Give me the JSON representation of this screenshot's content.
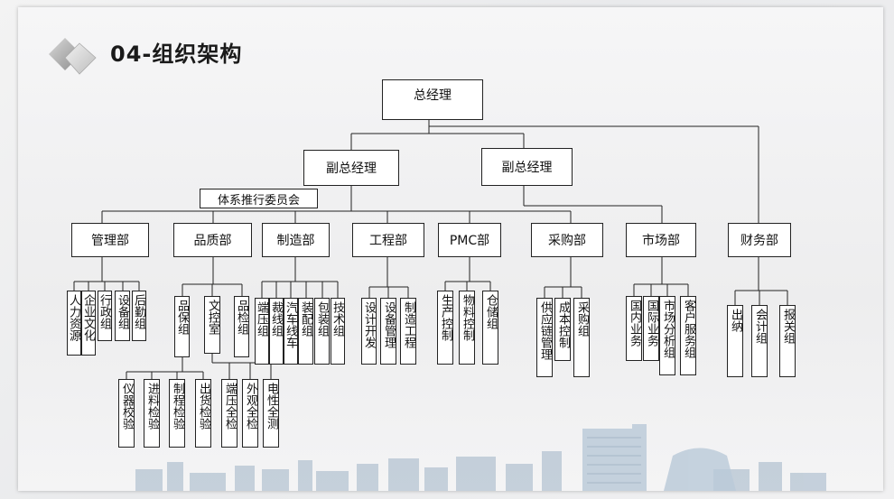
{
  "title": "04-组织架构",
  "org": {
    "ceo": "总经理",
    "vp_left": "副总经理",
    "vp_right": "副总经理",
    "committee": "体系推行委员会",
    "departments": {
      "admin": {
        "name": "管理部",
        "groups": [
          "人力资源",
          "企业文化",
          "行政组",
          "设备组",
          "后勤组"
        ]
      },
      "quality": {
        "name": "品质部",
        "groups": [
          "品保组",
          "文控室",
          "品检组"
        ],
        "subgroups": [
          "仪器校验",
          "进料检验",
          "制程检验",
          "出货检验",
          "端压全检",
          "外观全检",
          "电性全测"
        ]
      },
      "manufacturing": {
        "name": "制造部",
        "groups": [
          "端压组",
          "裁线组",
          "汽车线车",
          "装配组",
          "包装组",
          "技术组"
        ]
      },
      "engineering": {
        "name": "工程部",
        "groups": [
          "设计开发",
          "设备管理",
          "制造工程"
        ]
      },
      "pmc": {
        "name": "PMC部",
        "groups": [
          "生产控制",
          "物料控制",
          "仓储组"
        ]
      },
      "purchasing": {
        "name": "采购部",
        "groups": [
          "供应链管理",
          "成本控制",
          "采购组"
        ]
      },
      "marketing": {
        "name": "市场部",
        "groups": [
          "国内业务",
          "国际业务",
          "市场分析组",
          "客户服务组"
        ]
      },
      "finance": {
        "name": "财务部",
        "groups": [
          "出纳",
          "会计组",
          "报关组"
        ]
      }
    }
  },
  "colors": {
    "line": "#222222",
    "box_border": "#222222",
    "background": "#efeff0",
    "title": "#1a1a1a"
  }
}
